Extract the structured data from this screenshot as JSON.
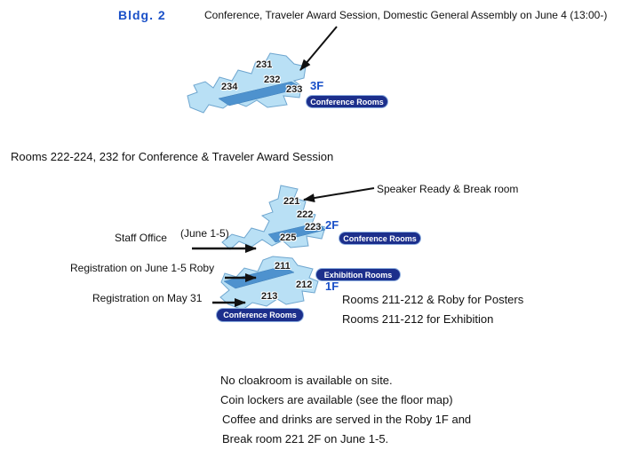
{
  "title": {
    "building": "Bldg. 2"
  },
  "annotations": {
    "top": "Conference, Traveler Award Session, Domestic General Assembly on June 4 (13:00-)",
    "mid": "Rooms 222-224, 232  for Conference & Traveler Award Session",
    "speaker": "Speaker Ready & Break room",
    "staff_office": "Staff Office",
    "staff_dates": "(June 1-5)",
    "reg_june": "Registration on June 1-5 Roby",
    "reg_may": "Registration on May 31",
    "posters": "Rooms 211-212 & Roby for Posters",
    "exhibition": "Rooms 211-212  for Exhibition"
  },
  "floor3": {
    "label": "3F",
    "pill": "Conference Rooms",
    "rooms": {
      "r231": "231",
      "r232": "232",
      "r233": "233",
      "r234": "234"
    }
  },
  "floor2": {
    "label": "2F",
    "pill": "Conference Rooms",
    "rooms": {
      "r221": "221",
      "r222": "222",
      "r223": "223",
      "r225": "225"
    }
  },
  "floor1": {
    "label": "1F",
    "pill_exhibition": "Exhibition Rooms",
    "pill_conference": "Conference Rooms",
    "rooms": {
      "r211": "211",
      "r212": "212",
      "r213": "213"
    }
  },
  "notes": [
    "No cloakroom is available on site.",
    "Coin lockers are available (see the floor map)",
    "Coffee and drinks are served in the Roby 1F and",
    "Break room 221 2F on  June 1-5."
  ],
  "colors": {
    "accent_blue": "#1a50c8",
    "floor_light": "#b9e0f5",
    "floor_mid": "#4e92ce",
    "pill_navy": "#1c2f8c",
    "arrow_black": "#111111"
  }
}
